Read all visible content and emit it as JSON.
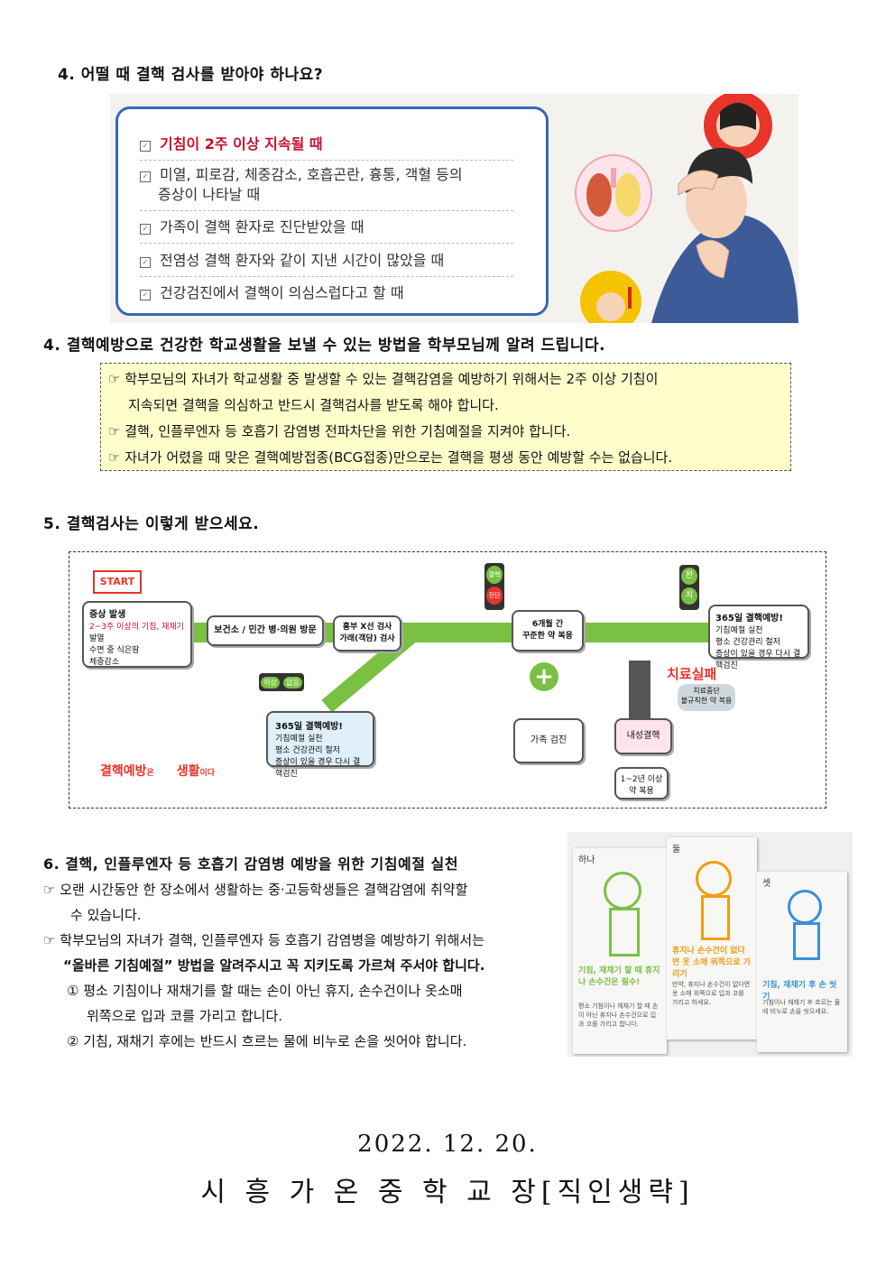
{
  "section4a": {
    "title": "4. 어떨 때 결핵 검사를 받아야 하나요?",
    "items": [
      "기침이 2주 이상 지속될 때",
      "미열, 피로감, 체중감소, 호흡곤란, 흉통, 객혈 등의",
      "증상이 나타날 때",
      "가족이 결핵 환자로 진단받았을 때",
      "전염성 결핵 환자와 같이 지낸 시간이 많았을 때",
      "건강검진에서 결핵이 의심스럽다고 할 때"
    ]
  },
  "section4b": {
    "title": "4. 결핵예방으로 건강한 학교생활을 보낼 수 있는 방법을 학부모님께 알려 드립니다.",
    "bullet": "☞",
    "lines": [
      "학부모님의 자녀가 학교생활 중 발생할 수 있는 결핵감염을 예방하기 위해서는 2주 이상 기침이",
      "지속되면 결핵을 의심하고 반드시 결핵검사를 받도록 해야 합니다.",
      "결핵, 인플루엔자 등 호흡기 감염병 전파차단을 위한 기침예절을 지켜야 합니다.",
      "자녀가 어렸을 때 맞은 결핵예방접종(BCG접종)만으로는 결핵을 평생 동안 예방할 수는 없습니다."
    ]
  },
  "section5": {
    "title": "5. 결핵검사는 이렇게 받으세요.",
    "flow": {
      "start": "START",
      "symptom_title": "증상 발생",
      "symptom_items": [
        "2~3주 이상의 기침, 재채기",
        "발열",
        "수면 중 식은땀",
        "체중감소"
      ],
      "clinic": "보건소 / 민간 병·의원 방문",
      "xray": "흉부 X선 검사\n가래(객담) 검사",
      "light1": [
        "결핵",
        "진단"
      ],
      "treat": "6개월 간\n꾸준한 약 복용",
      "light2": [
        "완",
        "치"
      ],
      "prev1_title": "365일 결핵예방!",
      "prev1_items": [
        "기침예절 실천",
        "평소 건강관리 철저",
        "증상이 있을 경우 다시 결핵검진"
      ],
      "normal": [
        "이상",
        "없음"
      ],
      "prev2_title": "365일 결핵예방!",
      "prev2_items": [
        "기침예절 실천",
        "평소 건강관리 철저",
        "증상이 있을 경우 다시 결핵검진"
      ],
      "family": "가족 검진",
      "fail": "치료실패",
      "fail_reason": "치료중단\n불규칙한 약 복용",
      "resistant": "내성결핵",
      "long_treat": "1~2년 이상\n약 복용",
      "slogan_a": "결핵예방",
      "slogan_b": "은",
      "slogan_c": "생활",
      "slogan_d": "이다"
    }
  },
  "section6": {
    "title": "6. 결핵, 인플루엔자 등 호흡기 감염병 예방을 위한 기침예절 실천",
    "p1": "오랜 시간동안 한 장소에서 생활하는 중·고등학생들은 결핵감염에 취약할",
    "p1b": "수 있습니다.",
    "p2": "학부모님의 자녀가 결핵, 인플루엔자 등 호흡기 감염병을 예방하기 위해서는",
    "p2b": "“올바른 기침예절” 방법을 알려주시고 꼭 지키도록 가르쳐 주서야 합니다.",
    "i1": "① 평소 기침이나 재채기를 할 때는 손이 아닌 휴지, 손수건이나 옷소매",
    "i1b": "위쪽으로 입과 코를 가리고 합니다.",
    "i2": "② 기침, 재채기 후에는 반드시 흐르는 물에 비누로 손을 씻어야 합니다.",
    "cards": [
      {
        "label": "하나",
        "cap": "기침, 재채기 할 때 휴지나 손수건은 필수!",
        "sub": "평소 기침이나 재채기 할 때 손이 아닌 휴지나 손수건으로 입과 코를 가리고 합니다."
      },
      {
        "label": "둘",
        "cap": "휴지나 손수건이 없다면 옷 소매 위쪽으로 가리기",
        "sub": "만약, 휴지나 손수건이 없다면 옷 소매 위쪽으로 입과 코를 가리고 하세요."
      },
      {
        "label": "셋",
        "cap": "기침, 재채기 후 손 씻기",
        "sub": "기침이나 재채기 후 흐르는 물에 비누로 손을 씻으세요."
      }
    ]
  },
  "footer": {
    "date": "2022. 12. 20.",
    "signature": "시 흥 가 온 중 학 교 장[직인생략]"
  }
}
